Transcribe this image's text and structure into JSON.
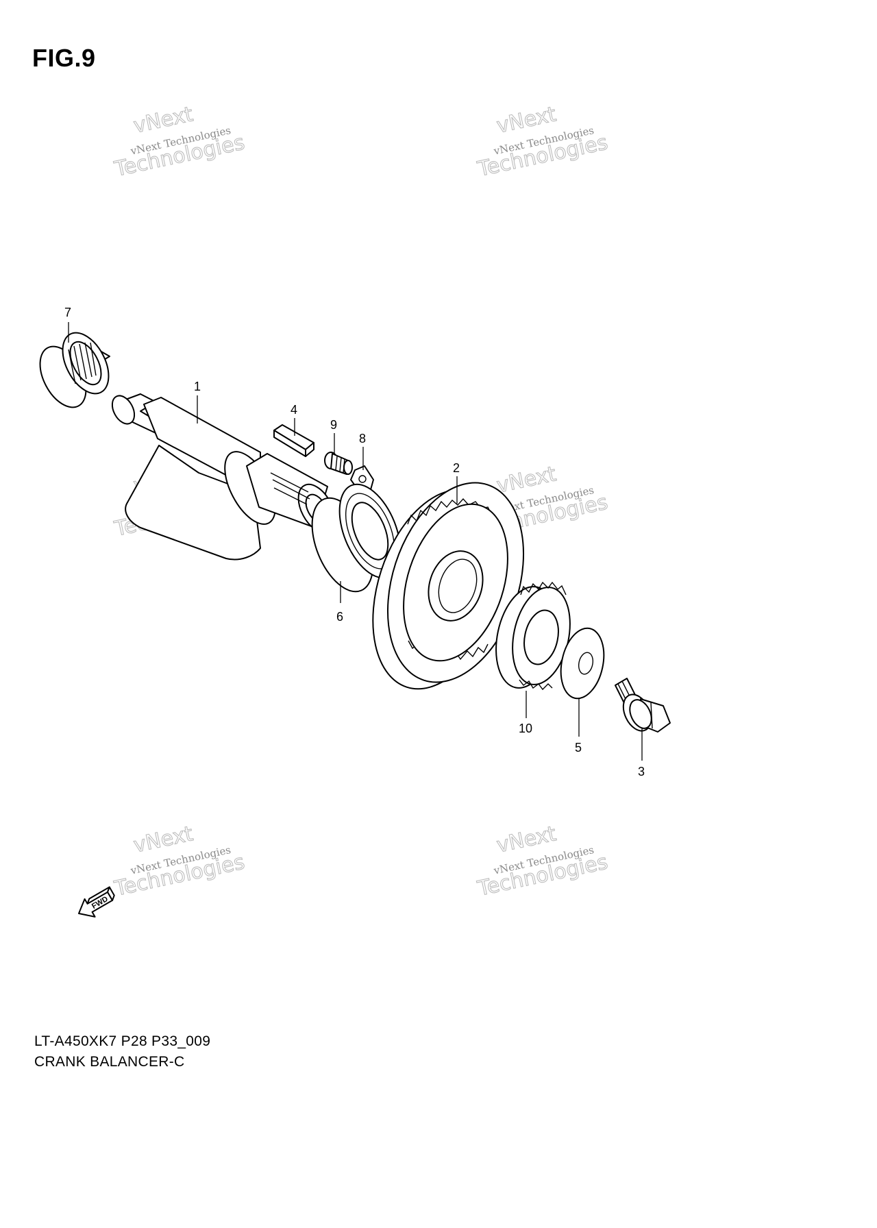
{
  "figure": {
    "title": "FIG.9",
    "code": "LT-A450XK7 P28 P33_009",
    "name": "CRANK BALANCER-C"
  },
  "callouts": [
    "7",
    "1",
    "4",
    "9",
    "8",
    "2",
    "6",
    "10",
    "5",
    "3"
  ],
  "fwd_arrow_label": "FWD",
  "watermark": {
    "line1": "vNext",
    "line2": "vNext Technologies",
    "line3": "Technologies"
  }
}
